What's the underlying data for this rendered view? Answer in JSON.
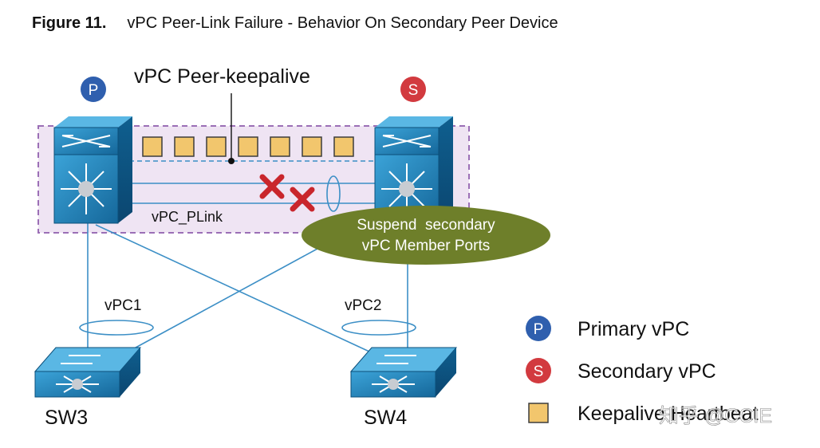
{
  "caption": {
    "number": "Figure 11.",
    "title": "vPC Peer-Link Failure - Behavior On Secondary Peer Device"
  },
  "diagram": {
    "keepalive_label": "vPC Peer-keepalive",
    "peer_link_label": "vPC_PLink",
    "suspend_line1": "Suspend  secondary",
    "suspend_line2": "vPC Member Ports",
    "primary_badge": "P",
    "secondary_badge": "S",
    "vpc1_label": "vPC1",
    "vpc2_label": "vPC2",
    "sw3_label": "SW3",
    "sw4_label": "SW4",
    "heartbeat_count": 7
  },
  "legend": {
    "primary": {
      "badge": "P",
      "label": "Primary vPC"
    },
    "secondary": {
      "badge": "S",
      "label": "Secondary vPC"
    },
    "heartbeat": {
      "label": "Keepalive Heartbeat"
    }
  },
  "watermark": "知乎 @CCIE",
  "colors": {
    "primary_badge": "#2f5fae",
    "secondary_badge": "#d23a3f",
    "switch_blue": "#1f7fb8",
    "heartbeat": "#f2c66d",
    "suspend_oval": "#6e7f2a",
    "failure_x": "#c9262c",
    "domain_fill": "#efe4f3",
    "domain_border": "#9b6fb6",
    "link": "#3c8fc6"
  }
}
